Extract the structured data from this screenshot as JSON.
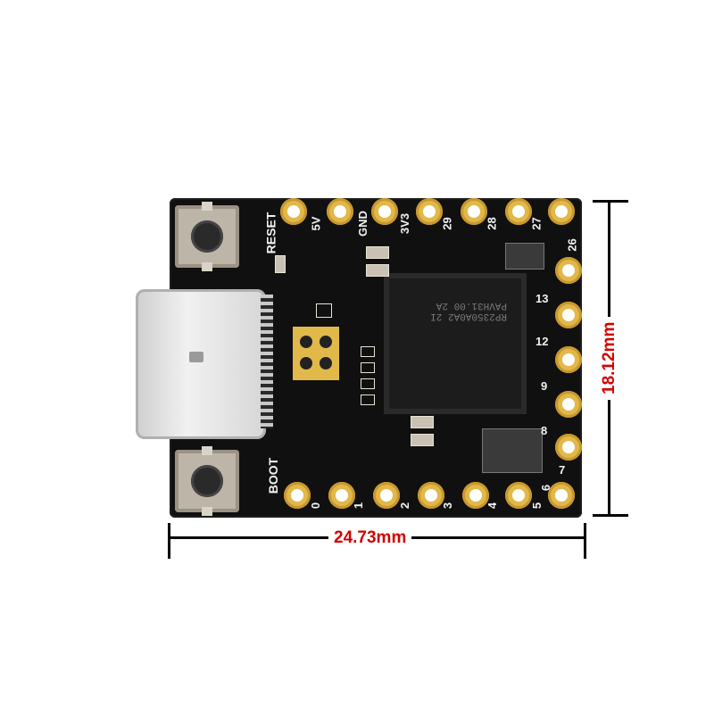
{
  "board": {
    "top_pins": [
      "5V",
      "GND",
      "3V3",
      "29",
      "28",
      "27"
    ],
    "right_pins": [
      "26",
      "13",
      "12",
      "9",
      "8",
      "7"
    ],
    "bottom_pins": [
      "0",
      "1",
      "2",
      "3",
      "4",
      "5",
      "6"
    ],
    "reset_label": "RESET",
    "boot_label": "BOOT",
    "chip_text_line1": "RP2350A0A2 2I",
    "chip_text_line2": "PAVH31.00 2A"
  },
  "dimensions": {
    "width": "24.73mm",
    "height": "18.12mm",
    "line_color": "#000000",
    "label_color": "#d40000"
  },
  "colors": {
    "pcb": "#101010",
    "pad_gold": "#e1b84a"
  }
}
